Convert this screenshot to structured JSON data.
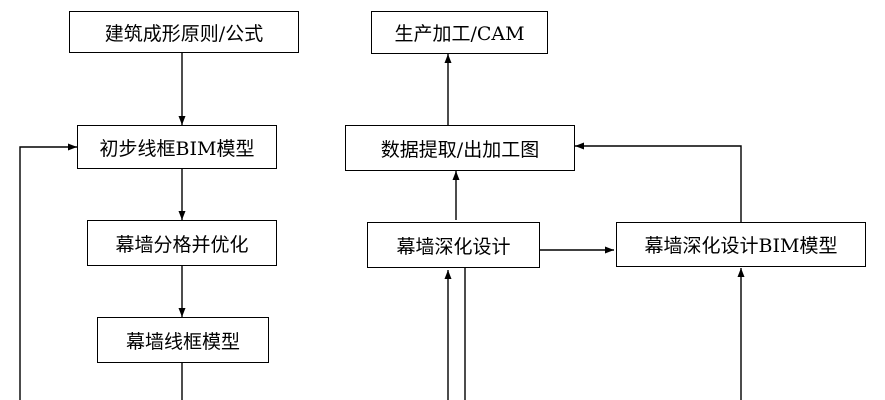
{
  "nodes": {
    "architecture_principles": "建筑成形原则/公式",
    "initial_frame_bim": "初步线框BIM模型",
    "curtain_wall_grid_optimize": "幕墙分格并优化",
    "curtain_wall_frame_model": "幕墙线框模型",
    "production_cam": "生产加工/CAM",
    "data_extraction_drawings": "数据提取/出加工图",
    "curtain_wall_detailed_design": "幕墙深化设计",
    "curtain_wall_detailed_bim": "幕墙深化设计BIM模型"
  }
}
